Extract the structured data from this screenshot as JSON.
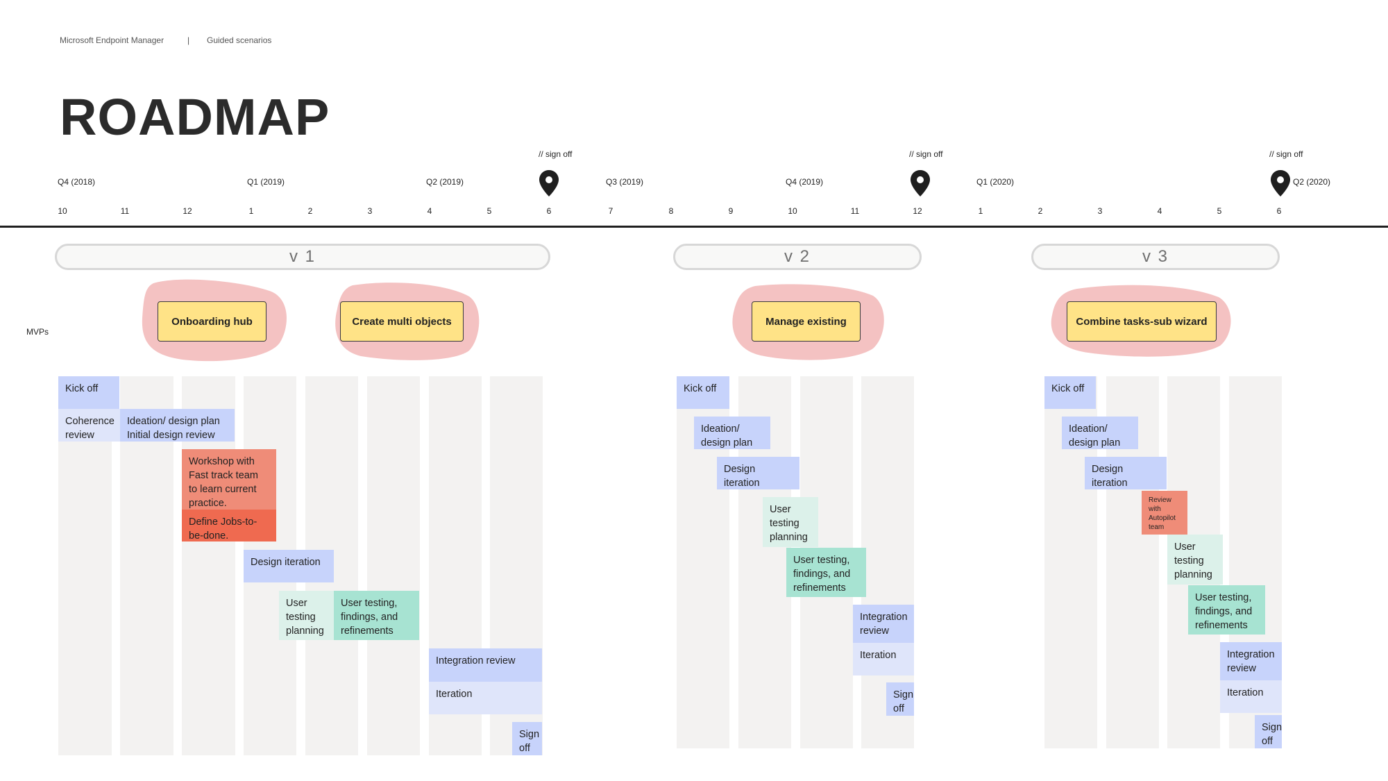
{
  "header": {
    "product": "Microsoft Endpoint Manager",
    "separator": "|",
    "section": "Guided scenarios"
  },
  "title": "ROADMAP",
  "timeline": {
    "quarters": [
      "Q4 (2018)",
      "Q1 (2019)",
      "Q2 (2019)",
      "Q3 (2019)",
      "Q4 (2019)",
      "Q1 (2020)",
      "Q2 (2020)"
    ],
    "months": [
      "10",
      "11",
      "12",
      "1",
      "2",
      "3",
      "4",
      "5",
      "6",
      "7",
      "8",
      "9",
      "10",
      "11",
      "12",
      "1",
      "2",
      "3",
      "4",
      "5",
      "6"
    ],
    "signoff_label": "// sign off",
    "signoffs": [
      "// sign off",
      "// sign off",
      "// sign off"
    ],
    "pin_icon": "map-pin-icon"
  },
  "versions": [
    "v 1",
    "v 2",
    "v 3"
  ],
  "mvps_label": "MVPs",
  "mvps": [
    "Onboarding hub",
    "Create multi objects",
    "Manage existing",
    "Combine tasks-sub wizard"
  ],
  "v1_tasks": {
    "kickoff": "Kick off",
    "coherence": "Coherence review",
    "ideation": "Ideation/ design plan Initial design review",
    "workshop": "Workshop with Fast track team to learn current practice.",
    "define": "Define Jobs-to-be-done.",
    "design_iteration": "Design iteration",
    "user_testing_planning": "User testing planning",
    "user_testing_findings": "User testing, findings, and refinements",
    "integration_review": "Integration review",
    "iteration": "Iteration",
    "sign_off": "Sign off"
  },
  "v2_tasks": {
    "kickoff": "Kick off",
    "ideation": "Ideation/ design plan",
    "design_iteration": "Design iteration",
    "user_testing_planning": "User testing planning",
    "user_testing_findings": "User testing, findings, and refinements",
    "integration_review": "Integration review",
    "iteration": "Iteration",
    "sign_off": "Sign off"
  },
  "v3_tasks": {
    "kickoff": "Kick off",
    "ideation": "Ideation/ design plan",
    "design_iteration": "Design iteration",
    "review_autopilot": "Review with Autopilot team",
    "user_testing_planning": "User testing planning",
    "user_testing_findings": "User testing, findings, and refinements",
    "integration_review": "Integration review",
    "iteration": "Iteration",
    "sign_off": "Sign off"
  },
  "colors": {
    "timeline": "#1f1f1f",
    "mvp_fill": "#ffe387",
    "mvp_blob": "#f4c2c2",
    "task_blue": "#c7d3fb",
    "task_light_blue": "#dfe5fa",
    "task_teal": "#a7e3d2",
    "task_light_teal": "#dcf1ea",
    "task_salmon": "#ef8c78",
    "task_red": "#ef6a50",
    "column_bg": "#f3f2f1"
  }
}
